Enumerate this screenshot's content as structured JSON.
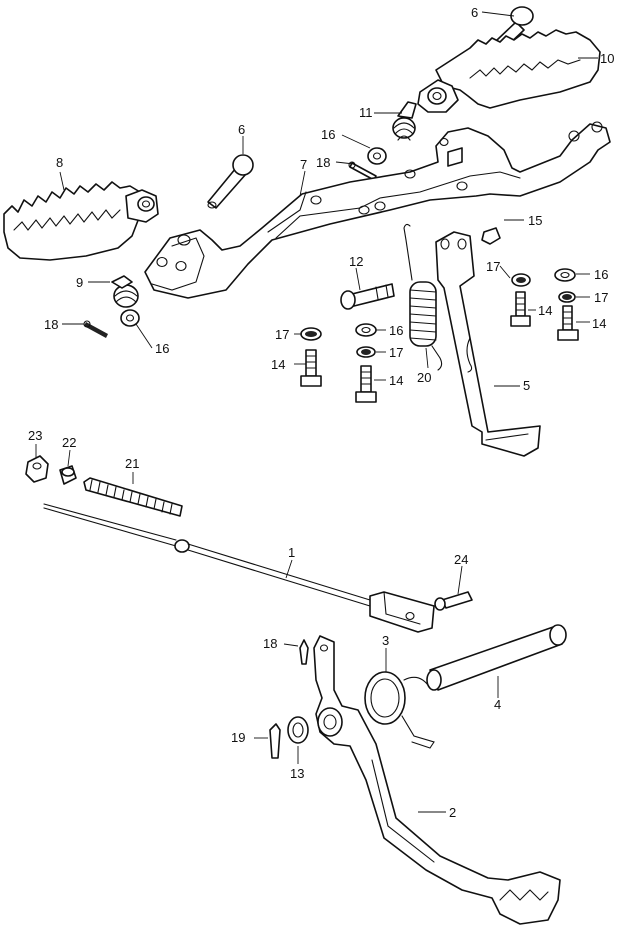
{
  "diagram": {
    "callouts": [
      {
        "id": "c1",
        "text": "1"
      },
      {
        "id": "c2",
        "text": "2"
      },
      {
        "id": "c3",
        "text": "3"
      },
      {
        "id": "c4",
        "text": "4"
      },
      {
        "id": "c5",
        "text": "5"
      },
      {
        "id": "c6a",
        "text": "6"
      },
      {
        "id": "c6b",
        "text": "6"
      },
      {
        "id": "c7",
        "text": "7"
      },
      {
        "id": "c8",
        "text": "8"
      },
      {
        "id": "c9",
        "text": "9"
      },
      {
        "id": "c10",
        "text": "10"
      },
      {
        "id": "c11",
        "text": "11"
      },
      {
        "id": "c12",
        "text": "12"
      },
      {
        "id": "c13",
        "text": "13"
      },
      {
        "id": "c14a",
        "text": "14"
      },
      {
        "id": "c14b",
        "text": "14"
      },
      {
        "id": "c14c",
        "text": "14"
      },
      {
        "id": "c14d",
        "text": "14"
      },
      {
        "id": "c15",
        "text": "15"
      },
      {
        "id": "c16a",
        "text": "16"
      },
      {
        "id": "c16b",
        "text": "16"
      },
      {
        "id": "c16c",
        "text": "16"
      },
      {
        "id": "c16d",
        "text": "16"
      },
      {
        "id": "c17a",
        "text": "17"
      },
      {
        "id": "c17b",
        "text": "17"
      },
      {
        "id": "c17c",
        "text": "17"
      },
      {
        "id": "c17d",
        "text": "17"
      },
      {
        "id": "c18a",
        "text": "18"
      },
      {
        "id": "c18b",
        "text": "18"
      },
      {
        "id": "c18c",
        "text": "18"
      },
      {
        "id": "c19",
        "text": "19"
      },
      {
        "id": "c20",
        "text": "20"
      },
      {
        "id": "c21",
        "text": "21"
      },
      {
        "id": "c22",
        "text": "22"
      },
      {
        "id": "c23",
        "text": "23"
      },
      {
        "id": "c24",
        "text": "24"
      }
    ]
  }
}
